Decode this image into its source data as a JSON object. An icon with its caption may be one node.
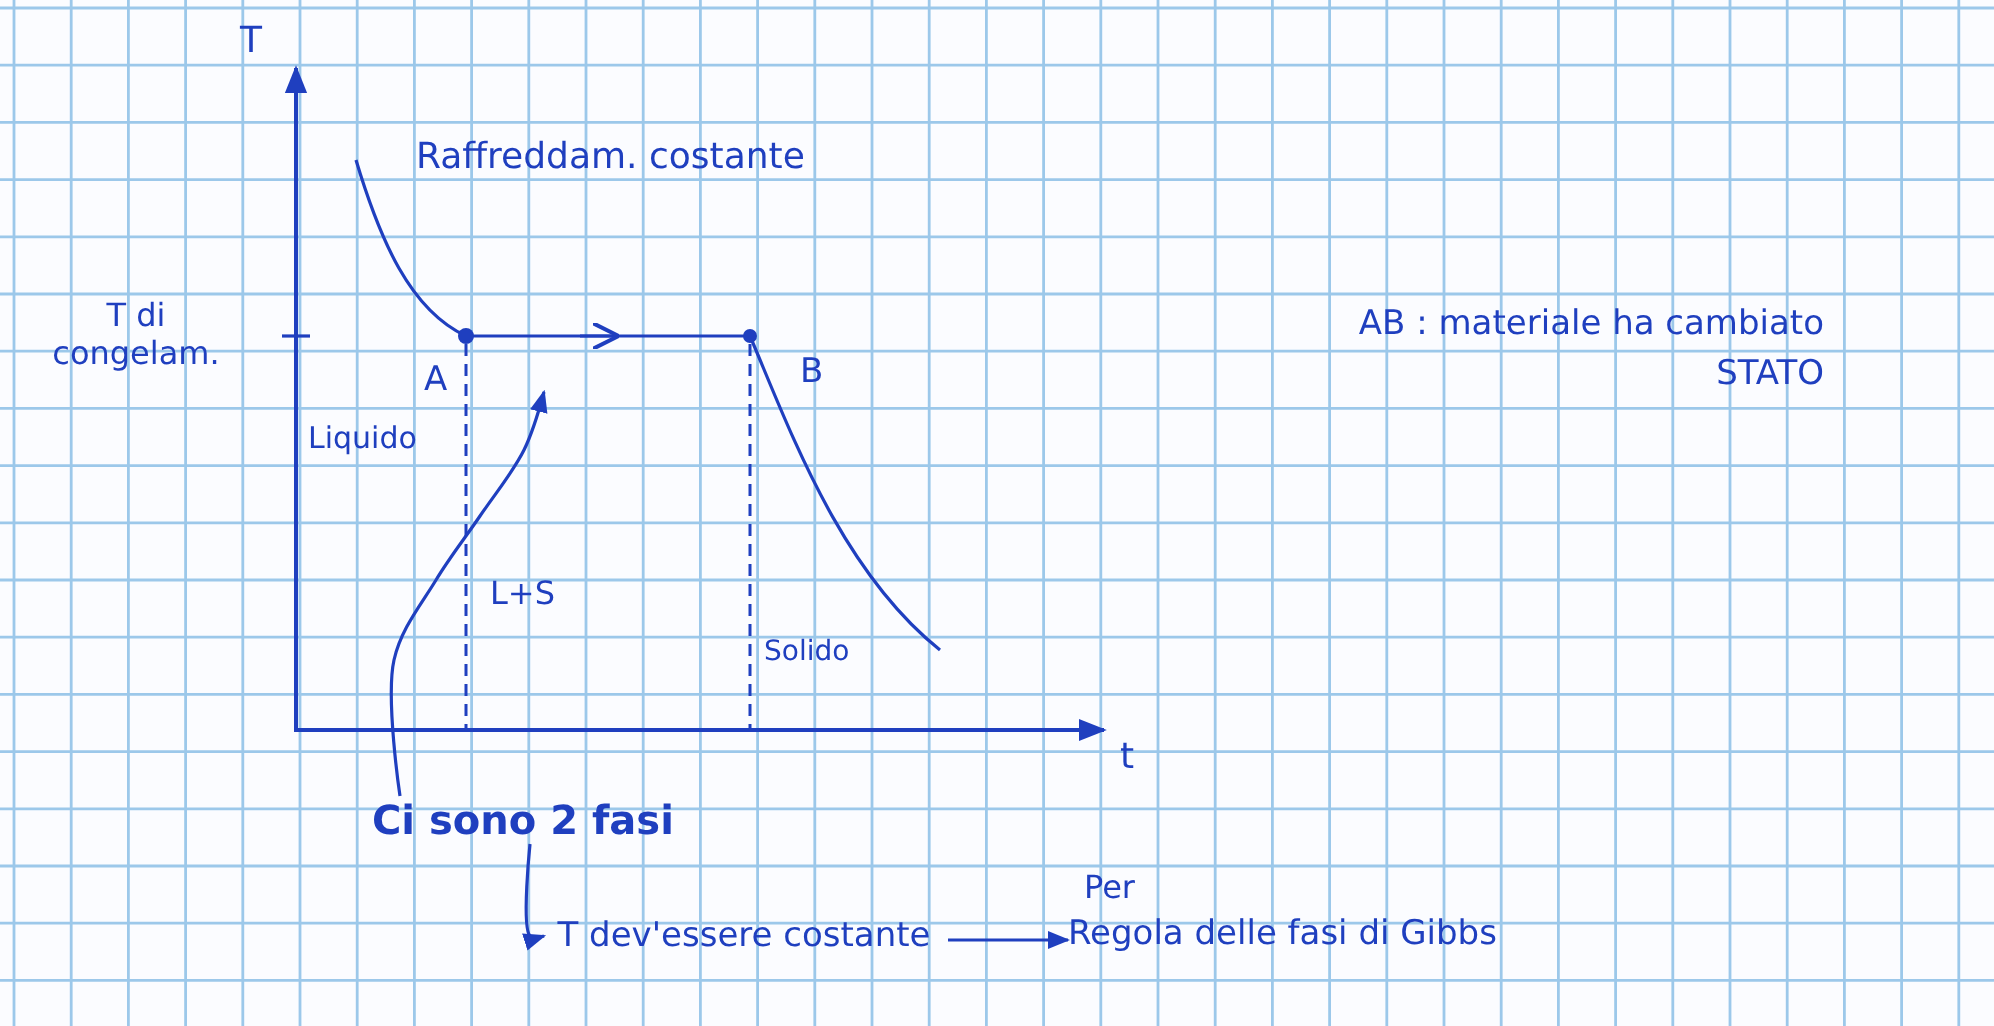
{
  "diagram": {
    "nodes": [
      {
        "text": [
          "Ci sono 2 fasi"
        ]
      },
      {
        "text": [
          "T dev'essere costante"
        ]
      },
      {
        "text": [
          "Regola delle fasi di Gibbs"
        ]
      }
    ],
    "edges": [
      {
        "from": 0,
        "to": null,
        "arrow": "to"
      },
      {
        "from": 0,
        "to": 1,
        "arrow": "to"
      },
      {
        "from": 1,
        "to": 2,
        "arrow": "to",
        "label": "Per"
      }
    ],
    "labels": [
      "T",
      "Raffreddam. costante",
      "T di congelam.",
      "A",
      "B",
      "AB : materiale ha cambiato STATO",
      "Liquido",
      "L+S",
      "Solido",
      "t"
    ]
  }
}
